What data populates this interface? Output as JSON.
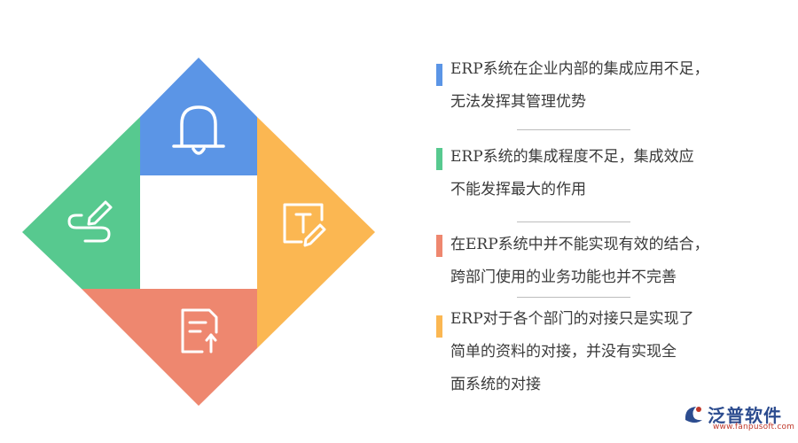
{
  "colors": {
    "blue": "#5b95e6",
    "orange": "#fbb752",
    "green": "#57c98f",
    "red": "#ee876f",
    "separator": "#bdbdbd",
    "logo_blue": "#2c4c8f",
    "logo_red": "#c0392b"
  },
  "diagram": {
    "quadrants": [
      {
        "name": "top",
        "color": "blue",
        "icon": "bell-icon"
      },
      {
        "name": "right",
        "color": "orange",
        "icon": "text-edit-icon"
      },
      {
        "name": "bottom",
        "color": "red",
        "icon": "document-upload-icon"
      },
      {
        "name": "left",
        "color": "green",
        "icon": "pen-path-icon"
      }
    ]
  },
  "items": [
    {
      "color": "blue",
      "lines": [
        "ERP系统在企业内部的集成应用不足，",
        "无法发挥其管理优势"
      ]
    },
    {
      "color": "green",
      "lines": [
        "ERP系统的集成程度不足，集成效应",
        "不能发挥最大的作用"
      ]
    },
    {
      "color": "red",
      "lines": [
        "在ERP系统中并不能实现有效的结合，",
        "跨部门使用的业务功能也并不完善"
      ]
    },
    {
      "color": "orange",
      "lines": [
        "ERP对于各个部门的对接只是实现了",
        "简单的资料的对接，并没有实现全",
        "面系统的对接"
      ]
    }
  ],
  "logo": {
    "name": "泛普软件",
    "url": "www.fanpusoft.com",
    "icon": "fanpu-logo-icon"
  }
}
